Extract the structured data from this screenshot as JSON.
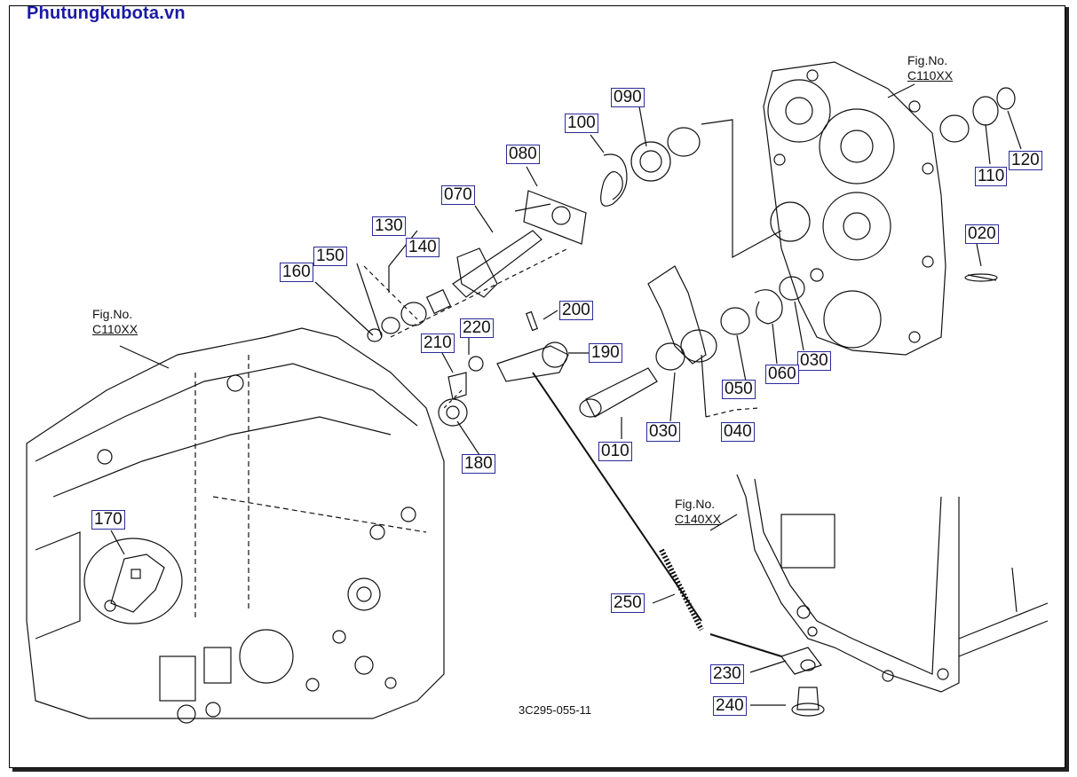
{
  "watermark": "Phutungkubota.vn",
  "drawing_number": "3C295-055-11",
  "figure_refs": [
    {
      "id": "fig-top-right",
      "line1": "Fig.No.",
      "line2": "C110XX"
    },
    {
      "id": "fig-left",
      "line1": "Fig.No.",
      "line2": "C110XX"
    },
    {
      "id": "fig-bottom-right",
      "line1": "Fig.No.",
      "line2": "C140XX"
    }
  ],
  "part_labels": [
    "010",
    "020",
    "030",
    "030",
    "040",
    "050",
    "060",
    "070",
    "080",
    "090",
    "100",
    "110",
    "120",
    "130",
    "140",
    "150",
    "160",
    "170",
    "180",
    "190",
    "200",
    "210",
    "220",
    "230",
    "240",
    "250"
  ],
  "colors": {
    "line": "#111111",
    "label_border": "#2b2b9a",
    "brand": "#1a1aa6"
  }
}
